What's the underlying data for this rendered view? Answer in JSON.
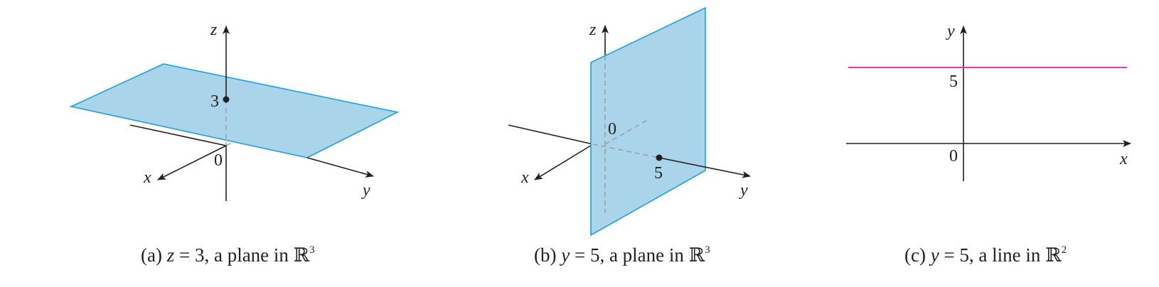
{
  "panels": [
    {
      "id": "a",
      "axes": {
        "x": "x",
        "y": "y",
        "z": "z"
      },
      "origin": "0",
      "point_label": "3",
      "caption": {
        "prefix": "(a) ",
        "variable": "z",
        "equation": " = 3, a plane in ",
        "space": "ℝ",
        "power": "3"
      }
    },
    {
      "id": "b",
      "axes": {
        "x": "x",
        "y": "y",
        "z": "z"
      },
      "origin": "0",
      "point_label": "5",
      "caption": {
        "prefix": "(b) ",
        "variable": "y",
        "equation": " = 5, a plane in ",
        "space": "ℝ",
        "power": "3"
      }
    },
    {
      "id": "c",
      "axes": {
        "x": "x",
        "y": "y"
      },
      "origin": "0",
      "point_label": "5",
      "caption": {
        "prefix": "(c) ",
        "variable": "y",
        "equation": " = 5, a line in ",
        "space": "ℝ",
        "power": "2"
      }
    }
  ],
  "colors": {
    "plane_fill": "#a9d4ea",
    "plane_edge": "#1aa3dc",
    "line": "#e23ba8",
    "axis": "#231f20",
    "hidden": "#9a9a9a"
  }
}
